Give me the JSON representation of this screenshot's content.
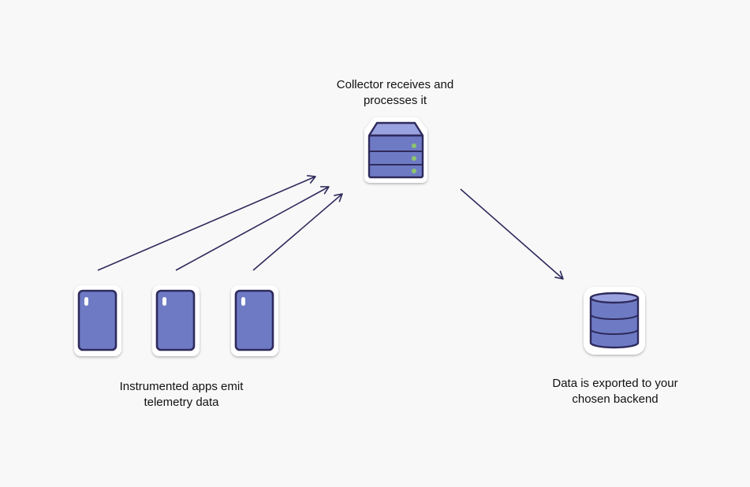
{
  "captions": {
    "collector": [
      "Collector receives and",
      "processes it"
    ],
    "apps": [
      "Instrumented apps emit",
      "telemetry data"
    ],
    "backend": [
      "Data is exported to your",
      "chosen backend"
    ]
  },
  "icons": {
    "app": "mobile-app-icon",
    "collector": "server-icon",
    "backend": "database-icon"
  },
  "colors": {
    "fill": "#6e7bc4",
    "fill_light": "#9aa3e0",
    "stroke": "#2e2a5c",
    "led": "#8cc66a",
    "arrow": "#2e2a5c",
    "sticker": "#ffffff"
  }
}
